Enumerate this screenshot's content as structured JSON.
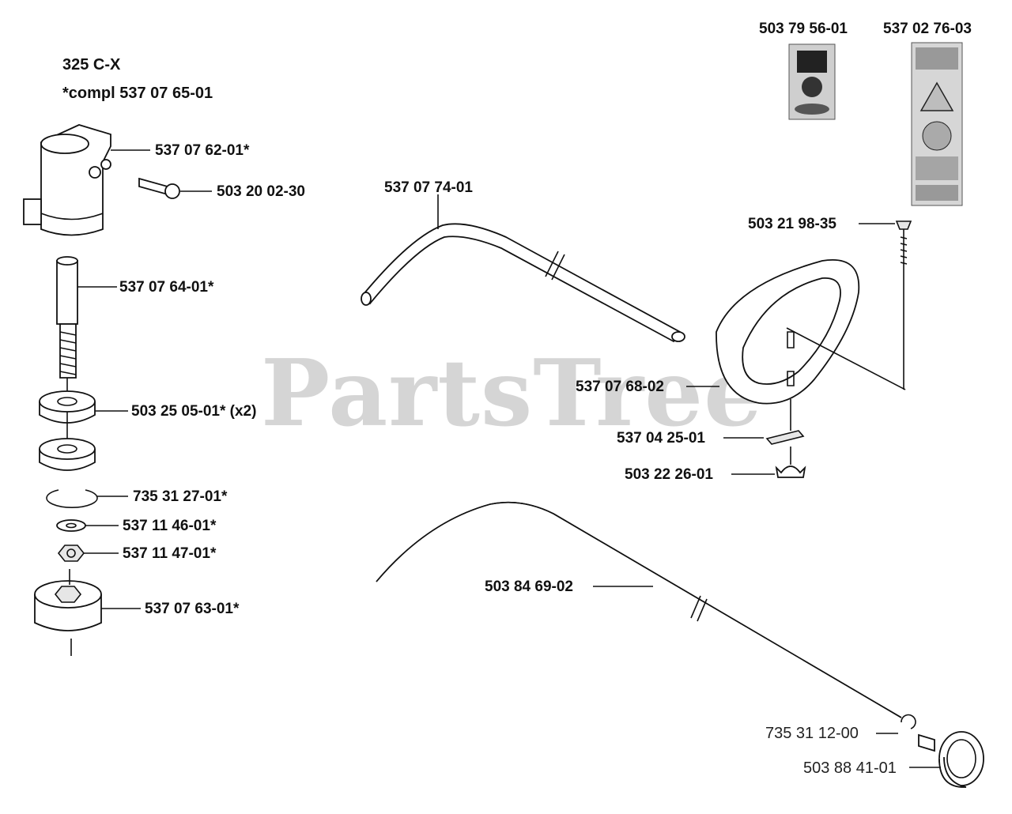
{
  "diagram": {
    "model": "325 C-X",
    "kit_note": "*compl 537 07 65-01",
    "watermark": "PartsTree",
    "decal_labels": [
      "503 79 56-01",
      "537 02 76-03"
    ],
    "part_labels": {
      "coupling_clamp": "537 07 62-01*",
      "clamp_screw": "503 20 02-30",
      "drive_shaft_sleeve": "537 07 64-01*",
      "bearing": "503 25 05-01* (x2)",
      "circlip": "735 31 27-01*",
      "washer": "537 11 46-01*",
      "nut": "537 11 47-01*",
      "coupling_housing": "537 07 63-01*",
      "shaft_tube": "537 07 74-01",
      "handle_bolt": "503 21 98-35",
      "loop_handle": "537 07 68-02",
      "handle_bracket": "537 04 25-01",
      "wing_nut": "503 22 26-01",
      "flex_shaft": "503 84 69-02",
      "shaft_circlip": "735 31 12-00",
      "shaft_coupling": "503 88 41-01"
    }
  }
}
